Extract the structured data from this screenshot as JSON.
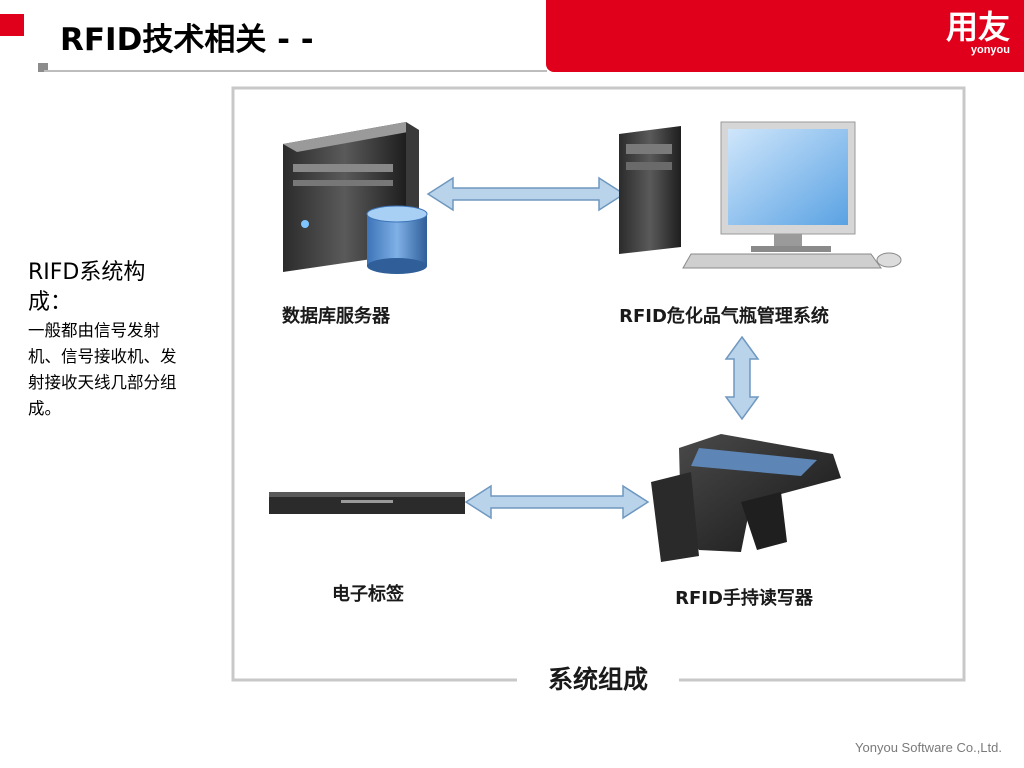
{
  "header": {
    "title": "RFID技术相关 - -",
    "brand_cn": "用友",
    "brand_en": "yonyou"
  },
  "sidebar": {
    "heading": "RIFD系统构成：",
    "body": "一般都由信号发射机、信号接收机、发射接收天线几部分组成。"
  },
  "diagram": {
    "db_server_label": "数据库服务器",
    "mgmt_system_label": "RFID危化品气瓶管理系统",
    "tag_label": "电子标签",
    "reader_label": "RFID手持读写器",
    "caption": "系统组成"
  },
  "footer": {
    "company": "Yonyou Software Co.,Ltd."
  },
  "colors": {
    "brand_red": "#e0001b",
    "arrow_blue": "#b9d3ea"
  }
}
